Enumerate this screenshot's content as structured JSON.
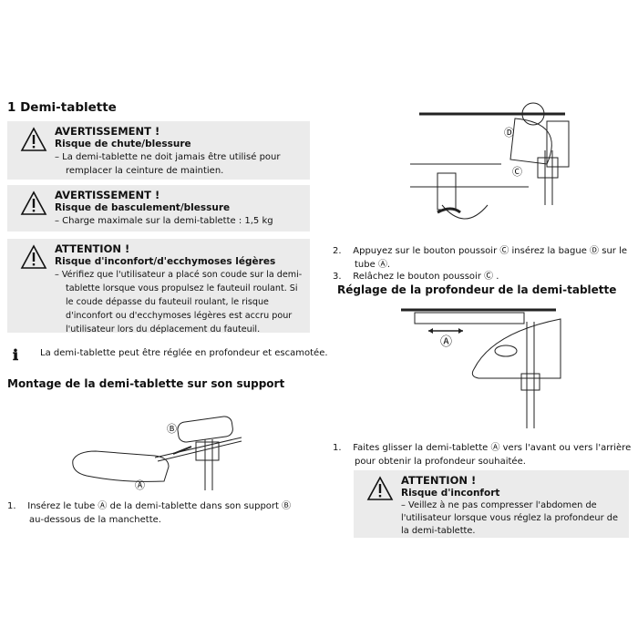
{
  "title": "1 Demi-tablette",
  "warnings": [
    {
      "title": "AVERTISSEMENT !",
      "subtitle": "Risque de chute/blessure",
      "text": "– La demi-tablette ne doit jamais être utilisé pour remplacer la ceinture de maintien."
    },
    {
      "title": "AVERTISSEMENT !",
      "subtitle": "Risque de basculement/blessure",
      "text": "– Charge maximale sur la demi-tablette : 1,5 kg"
    },
    {
      "title": "ATTENTION !",
      "subtitle": "Risque d'inconfort/d'ecchymoses légères",
      "text": "– Vérifiez que l'utilisateur a placé son coude sur la demi-tablette lorsque vous propulsez le fauteuil roulant. Si le coude dépasse du fauteuil roulant, le risque d'inconfort ou d'ecchymoses légères est accru pour l'utilisateur lors du déplacement du fauteuil."
    }
  ],
  "info": "La demi-tablette peut être réglée en profondeur et escamotée.",
  "info_icon": "info-icon",
  "montage": {
    "heading": "Montage de la demi-tablette sur son support",
    "labels": [
      "Ⓐ",
      "Ⓑ"
    ],
    "steps": [
      {
        "n": "1.",
        "text": "Insérez le tube Ⓐ de la demi-tablette dans son support Ⓑ au-dessous de la manchette."
      }
    ]
  },
  "right_steps": [
    {
      "n": "2.",
      "text": "Appuyez sur le bouton poussoir Ⓒ insérez la bague Ⓓ sur le tube Ⓐ."
    },
    {
      "n": "3.",
      "text": "Relâchez le bouton poussoir Ⓒ ."
    }
  ],
  "fig_top_labels": [
    "Ⓓ",
    "Ⓒ"
  ],
  "reglage": {
    "heading": "Réglage de la profondeur de la demi-tablette",
    "label": "Ⓐ",
    "steps": [
      {
        "n": "1.",
        "text": "Faites glisser la demi-tablette Ⓐ vers l'avant ou vers l'arrière pour obtenir la profondeur souhaitée."
      }
    ]
  },
  "caution": {
    "title": "ATTENTION !",
    "subtitle": "Risque d'inconfort",
    "text": "– Veillez à ne pas compresser l'abdomen de l'utilisateur lorsque vous réglez la profondeur de la demi-tablette."
  }
}
